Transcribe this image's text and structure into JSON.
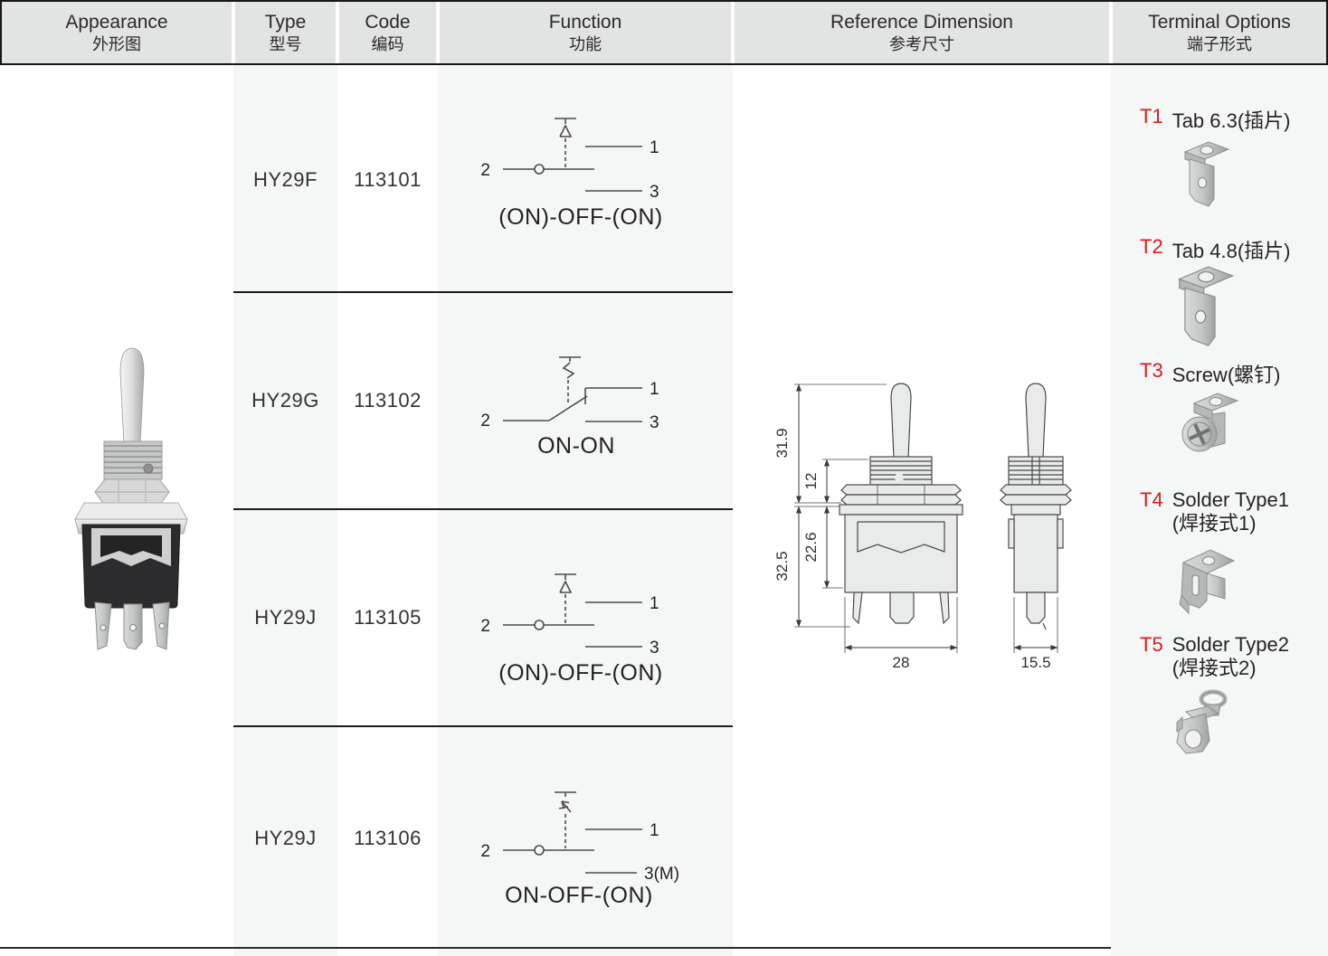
{
  "header": {
    "columns": [
      {
        "en": "Appearance",
        "zh": "外形图"
      },
      {
        "en": "Type",
        "zh": "型号"
      },
      {
        "en": "Code",
        "zh": "编码"
      },
      {
        "en": "Function",
        "zh": "功能"
      },
      {
        "en": "Reference Dimension",
        "zh": "参考尺寸"
      },
      {
        "en": "Terminal Options",
        "zh": "端子形式"
      }
    ]
  },
  "rows": [
    {
      "type": "HY29F",
      "code": "113101",
      "function": "(ON)-OFF-(ON)",
      "pins": {
        "p1": "1",
        "p2": "2",
        "p3": "3"
      }
    },
    {
      "type": "HY29G",
      "code": "113102",
      "function": "ON-ON",
      "pins": {
        "p1": "1",
        "p2": "2",
        "p3": "3"
      }
    },
    {
      "type": "HY29J",
      "code": "113105",
      "function": "(ON)-OFF-(ON)",
      "pins": {
        "p1": "1",
        "p2": "2",
        "p3": "3"
      }
    },
    {
      "type": "HY29J",
      "code": "113106",
      "function": "ON-OFF-(ON)",
      "pins": {
        "p1": "1",
        "p2": "2",
        "p3": "3(M)"
      }
    }
  ],
  "reference_dimensions": {
    "overall_height": "31.9",
    "bushing_height": "12",
    "body_total_height": "32.5",
    "body_height": "22.6",
    "body_width": "28",
    "body_depth": "15.5"
  },
  "terminal_options": [
    {
      "id": "T1",
      "name": "Tab 6.3",
      "name_zh": "(插片)"
    },
    {
      "id": "T2",
      "name": "Tab 4.8",
      "name_zh": "(插片)"
    },
    {
      "id": "T3",
      "name": "Screw",
      "name_zh": "(螺钉)"
    },
    {
      "id": "T4",
      "name": "Solder Type1",
      "name_zh": "(焊接式1)"
    },
    {
      "id": "T5",
      "name": "Solder Type2",
      "name_zh": "(焊接式2)"
    }
  ],
  "colors": {
    "accent_red": "#d91b21",
    "header_bg": "#e2e3e3",
    "cell_bg": "#f5f6f6",
    "line": "#1c1c1c",
    "text": "#2b2b2b"
  }
}
